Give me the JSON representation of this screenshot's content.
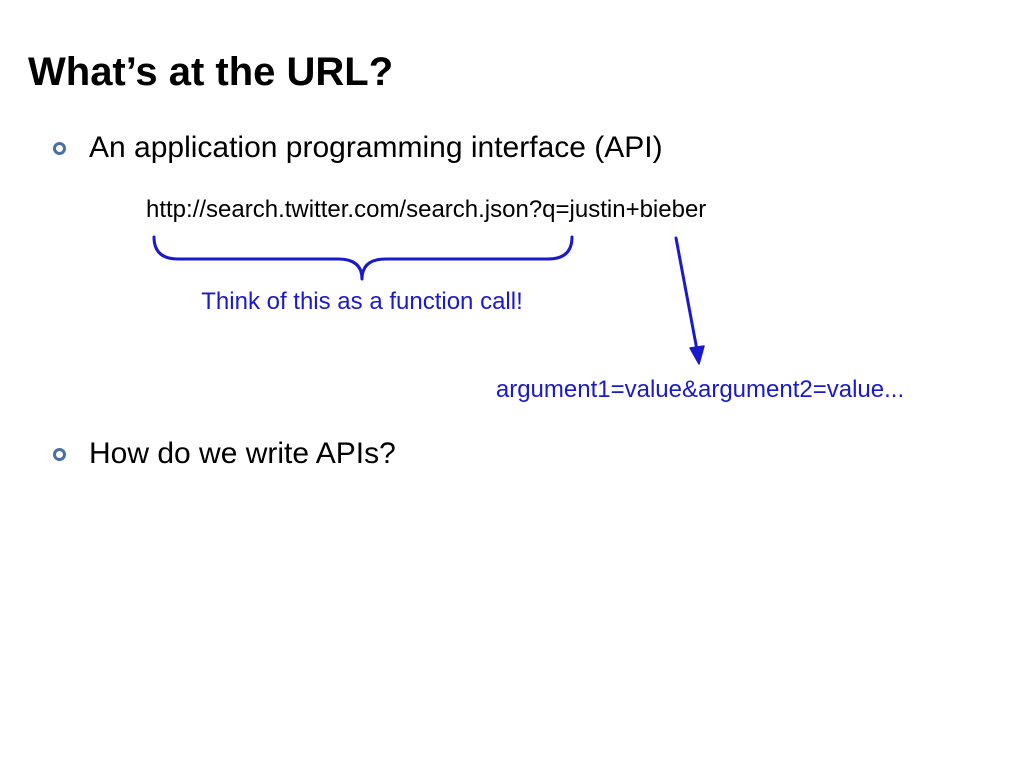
{
  "slide": {
    "title": "What’s at the URL?",
    "bullets": [
      "An application programming interface (API)",
      "How do we write APIs?"
    ],
    "url": "http://search.twitter.com/search.json?q=justin+bieber",
    "annotations": {
      "function_call": "Think of this as a function call!",
      "arguments": "argument1=value&argument2=value..."
    },
    "colors": {
      "annotation": "#1a1acc",
      "bullet": "#4a6fa5",
      "text": "#000000"
    }
  }
}
